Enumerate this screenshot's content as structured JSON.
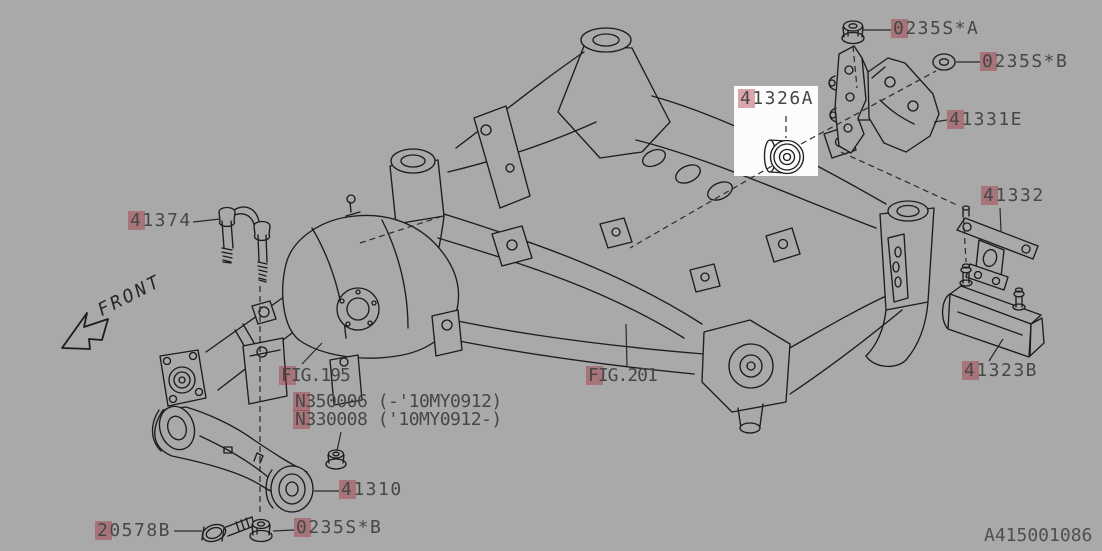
{
  "page": {
    "background_color": "#a9a9a9",
    "line_color": "#1d1d1d",
    "highlight_color": "#a52832",
    "callout_box_color": "#fcfcfc"
  },
  "labels": [
    {
      "id": "0235S*A-top",
      "text": "0235S*A",
      "highlighted": true
    },
    {
      "id": "0235S*B-top",
      "text": "0235S*B",
      "highlighted": true
    },
    {
      "id": "41326A",
      "text": "41326A",
      "highlighted": true,
      "boxed": true
    },
    {
      "id": "41331E",
      "text": "41331E",
      "highlighted": true
    },
    {
      "id": "41332",
      "text": "41332",
      "highlighted": true
    },
    {
      "id": "41374",
      "text": "41374",
      "highlighted": true
    },
    {
      "id": "41323B",
      "text": "41323B",
      "highlighted": true
    },
    {
      "id": "FIG.195",
      "text": "FIG.195",
      "highlighted": true
    },
    {
      "id": "N350006",
      "text": "N350006 (-'10MY0912)",
      "highlighted": true
    },
    {
      "id": "N330008",
      "text": "N330008 ('10MY0912-)",
      "highlighted": true
    },
    {
      "id": "FIG.201",
      "text": "FIG.201",
      "highlighted": true
    },
    {
      "id": "41310",
      "text": "41310",
      "highlighted": true
    },
    {
      "id": "20578B",
      "text": "20578B",
      "highlighted": true
    },
    {
      "id": "0235S*B-bottom",
      "text": "0235S*B",
      "highlighted": true
    },
    {
      "id": "front",
      "text": "FRONT",
      "highlighted": false
    },
    {
      "id": "drawing-number",
      "text": "A415001086",
      "highlighted": false
    }
  ]
}
